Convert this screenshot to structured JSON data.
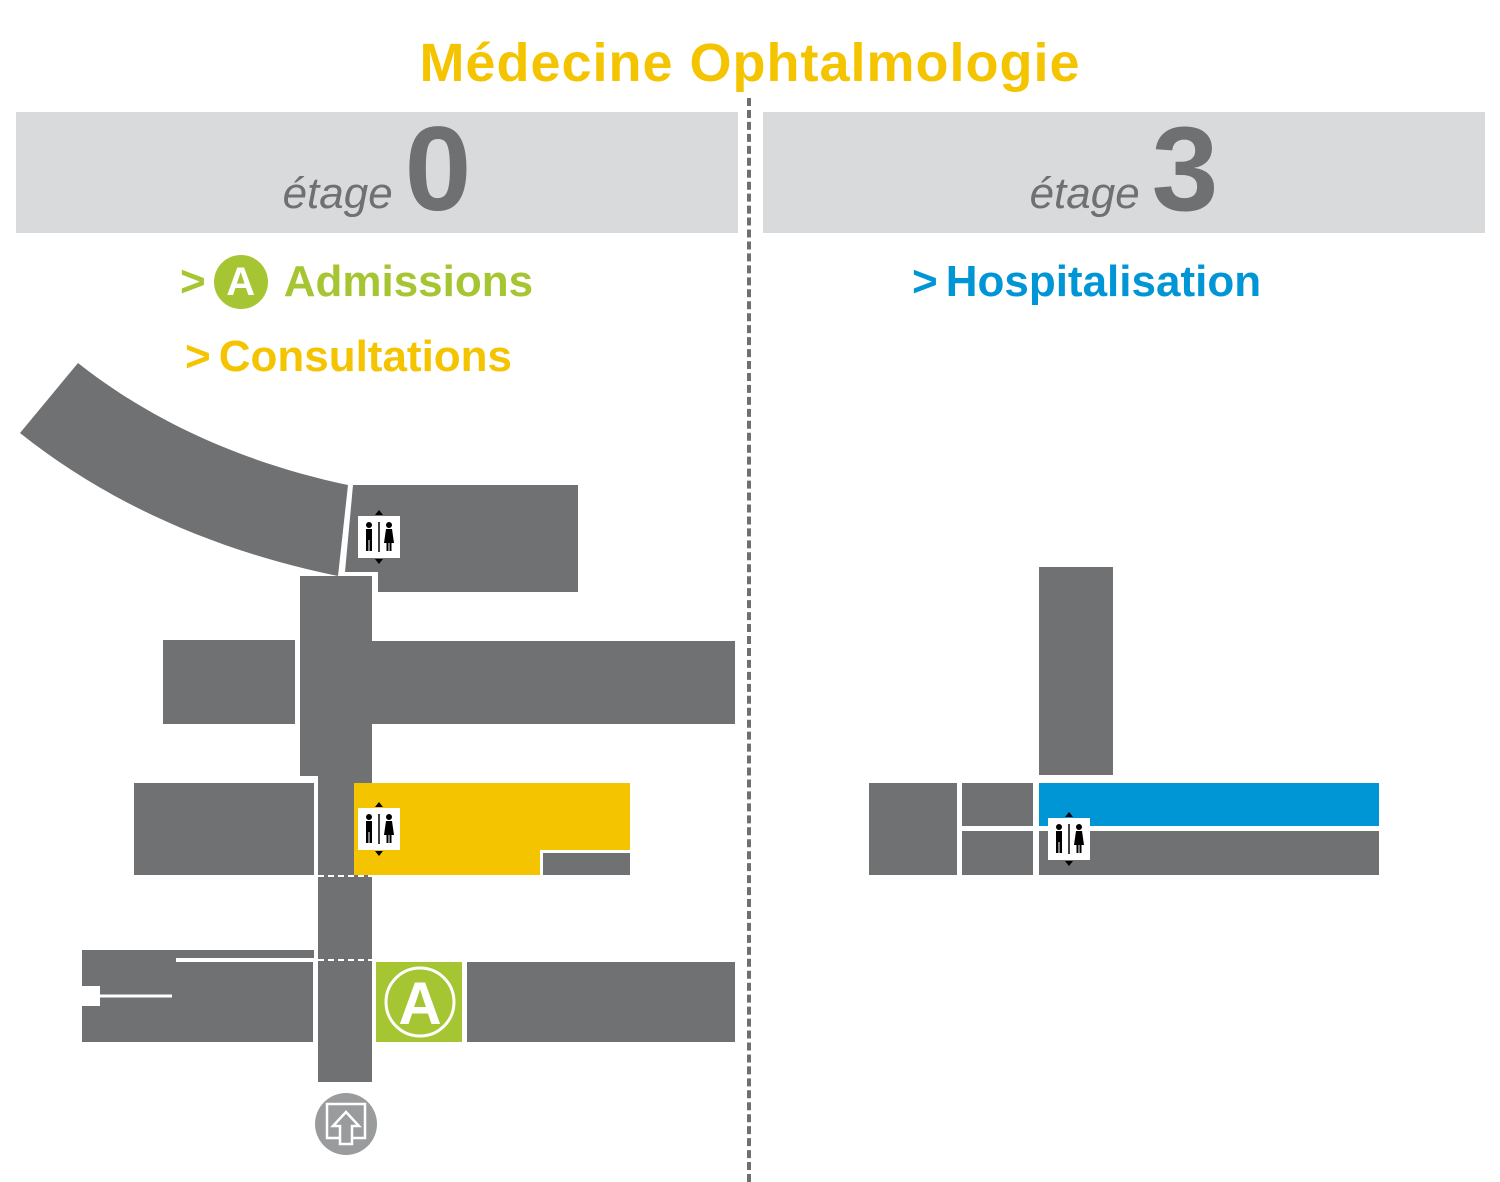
{
  "title": "Médecine Ophtalmologie",
  "floors": [
    {
      "word": "étage",
      "number": "0",
      "services": [
        {
          "arrow": ">",
          "badge": "A",
          "label": "Admissions",
          "color": "#a6c532"
        },
        {
          "arrow": ">",
          "label": "Consultations",
          "color": "#f5c400"
        }
      ]
    },
    {
      "word": "étage",
      "number": "3",
      "services": [
        {
          "arrow": ">",
          "label": "Hospitalisation",
          "color": "#0096d6"
        }
      ]
    }
  ],
  "map": {
    "admissions_marker": "A",
    "icons": [
      "elevator-restroom-icon",
      "entrance-arrow-icon",
      "admissions-marker-icon"
    ]
  },
  "colors": {
    "building": "#707172",
    "banner": "#d9dadb",
    "admissions": "#a6c532",
    "consultations": "#f5c400",
    "hospitalisation": "#0096d6",
    "divider": "#6f6f6f"
  }
}
